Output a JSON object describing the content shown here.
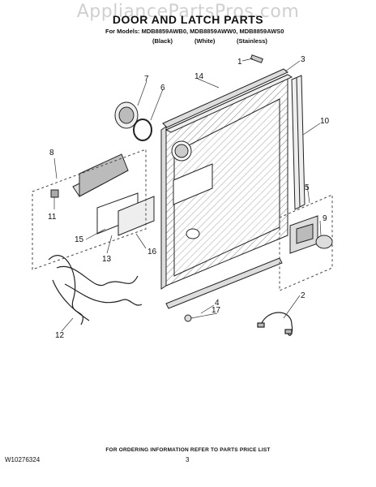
{
  "watermark": "AppliancePartsPros.com",
  "title": "DOOR AND LATCH PARTS",
  "models_line": "For Models: MDB8859AWB0, MDB8859AWW0, MDB8859AWS0",
  "variants": [
    "(Black)",
    "(White)",
    "(Stainless)"
  ],
  "callouts": [
    "1",
    "2",
    "3",
    "4",
    "5",
    "6",
    "7",
    "8",
    "9",
    "10",
    "11",
    "12",
    "13",
    "14",
    "15",
    "16",
    "17"
  ],
  "footer": "FOR ORDERING INFORMATION REFER TO PARTS PRICE LIST",
  "doc_number": "W10276324",
  "page_number": "3"
}
